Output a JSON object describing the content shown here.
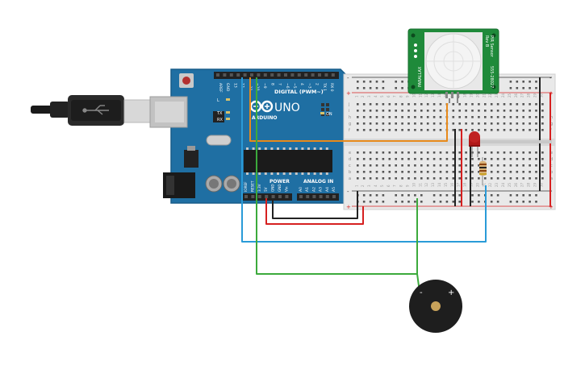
{
  "arduino": {
    "brand": "UNO",
    "logo_text": "ARDUINO",
    "digital_header": "DIGITAL (PWM~)",
    "power_header": "POWER",
    "analog_header": "ANALOG IN",
    "on_label": "ON",
    "led_labels": [
      "L",
      "TX",
      "RX"
    ],
    "top_pin_labels": [
      "AREF",
      "GND",
      "13",
      "12",
      "~11",
      "~10",
      "~9",
      "8",
      "7",
      "~6",
      "~5",
      "4",
      "~3",
      "2",
      "TX 1",
      "RX 0"
    ],
    "power_pin_labels": [
      "IOREF",
      "RESET",
      "3.3V",
      "5V",
      "GND",
      "GND",
      "Vin"
    ],
    "analog_pin_labels": [
      "A0",
      "A1",
      "A2",
      "A3",
      "A4",
      "A5"
    ],
    "board_color": "#1f6fa3"
  },
  "breadboard": {
    "row_letters_top": [
      "j",
      "i",
      "h",
      "g",
      "f"
    ],
    "row_letters_bottom": [
      "e",
      "d",
      "c",
      "b",
      "a"
    ],
    "columns": 30,
    "rail_plus": "+",
    "rail_minus": "-"
  },
  "pir_sensor": {
    "labels": [
      "PIR Sensor",
      "Rev B",
      "555-28027",
      "PARALLAX"
    ],
    "board_color": "#1f8a3a"
  },
  "wire_colors": {
    "orange": "#e88a1a",
    "blue": "#2a9bd8",
    "green": "#3caa3c",
    "red": "#d62020",
    "black": "#222222"
  },
  "led": {
    "color": "#b01818"
  },
  "buzzer": {
    "minus": "-",
    "plus": "+"
  }
}
